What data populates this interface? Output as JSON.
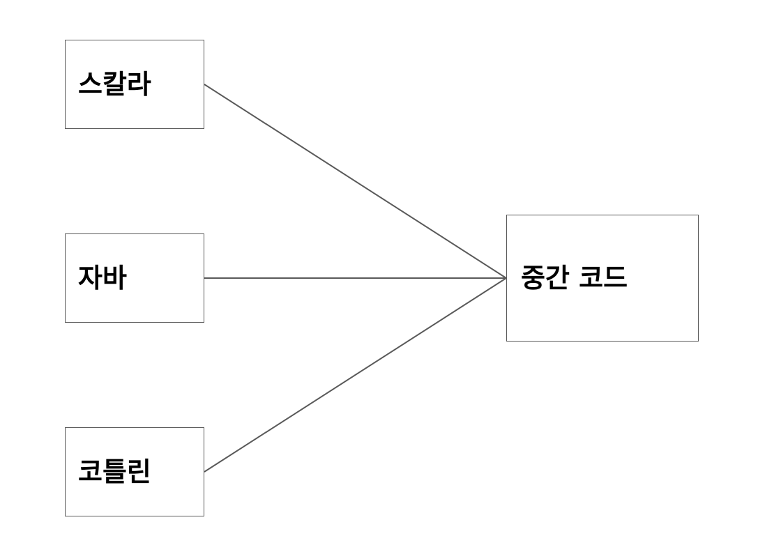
{
  "diagram": {
    "sources": [
      {
        "label": "스칼라"
      },
      {
        "label": "자바"
      },
      {
        "label": "코틀린"
      }
    ],
    "target": {
      "label": "중간 코드"
    },
    "edges": [
      {
        "from": "스칼라",
        "to": "중간 코드"
      },
      {
        "from": "자바",
        "to": "중간 코드"
      },
      {
        "from": "코틀린",
        "to": "중간 코드"
      }
    ]
  }
}
